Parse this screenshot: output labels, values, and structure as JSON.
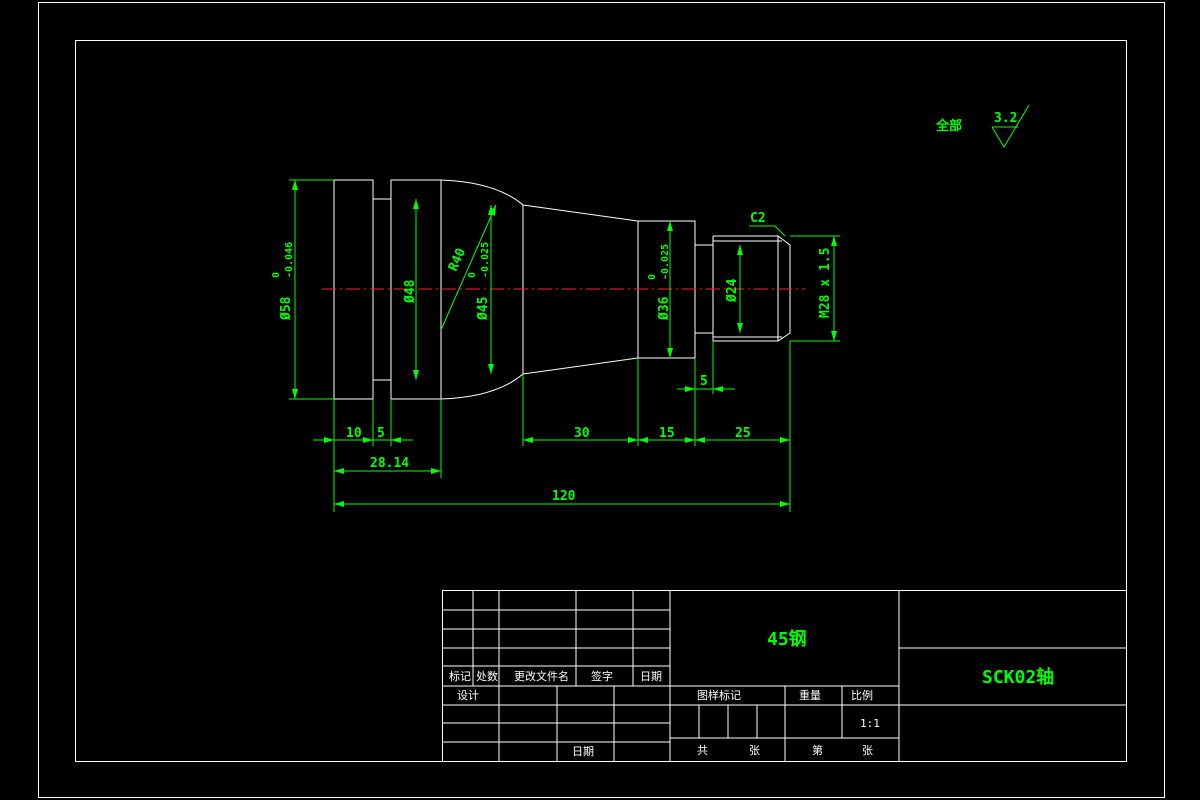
{
  "surface_finish": {
    "prefix": "全部",
    "value": "3.2"
  },
  "dimensions": {
    "d58": "Ø58",
    "d58_tol": "-0.046",
    "d58_up": "0",
    "d48": "Ø48",
    "d45": "Ø45",
    "d45_tol": "-0.025",
    "d45_up": "0",
    "d36": "Ø36",
    "d36_tol": "-0.025",
    "d36_up": "0",
    "d24": "Ø24",
    "thread": "M28 x 1.5",
    "radius": "R40",
    "chamfer": "C2",
    "len_10": "10",
    "len_5a": "5",
    "len_28_14": "28.14",
    "len_120": "120",
    "len_30": "30",
    "len_15": "15",
    "len_25": "25",
    "len_5b": "5"
  },
  "title_block": {
    "material": "45钢",
    "part_name": "SCK02轴",
    "rev_headers": [
      "标记",
      "处数",
      "更改文件名",
      "签字",
      "日期"
    ],
    "design": "设计",
    "date": "日期",
    "stage_mark": "图样标记",
    "weight": "重量",
    "scale_label": "比例",
    "scale_value": "1:1",
    "total": "共",
    "sheets1": "张",
    "nth": "第",
    "sheets2": "张"
  }
}
